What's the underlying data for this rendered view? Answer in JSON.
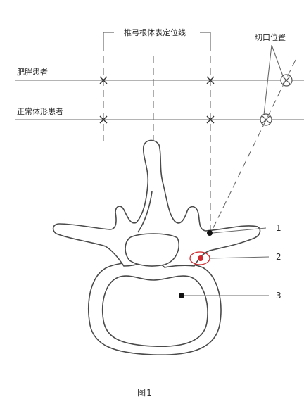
{
  "labels": {
    "pedicle_line": "椎弓根体表定位线",
    "incision": "切口位置",
    "obese": "肥胖患者",
    "normal": "正常体形患者"
  },
  "callouts": [
    "1",
    "2",
    "3"
  ],
  "caption": "图1",
  "colors": {
    "line": "#6a6a6a",
    "bone_outline": "#4a4a4a",
    "marker": "#111111",
    "highlight": "#d0282c"
  }
}
